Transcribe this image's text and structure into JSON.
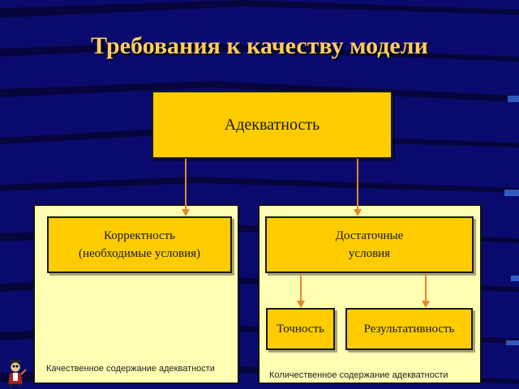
{
  "title": "Требования к качеству модели",
  "top": {
    "label": "Адекватность"
  },
  "left_panel": {
    "box_line1": "Корректность",
    "box_line2": "(необходимые условия)",
    "caption": "Качественное содержание адекватности"
  },
  "right_panel": {
    "box_line1": "Достаточные",
    "box_line2": "условия",
    "child1": "Точность",
    "child2": "Результативность",
    "caption": "Количественное  содержание адекватности"
  },
  "colors": {
    "background": "#0a0a6e",
    "box": "#ffcc00",
    "panel": "#ffffb3",
    "arrow": "#e8862a",
    "title": "#ffcc66"
  },
  "icons": [
    "professor-mascot-icon"
  ]
}
